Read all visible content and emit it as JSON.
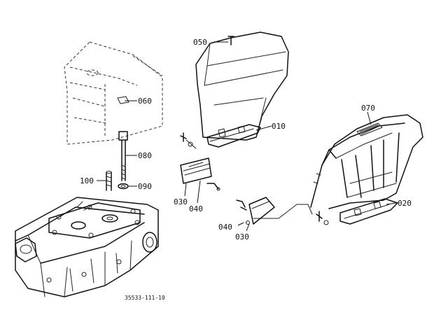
{
  "part_labels": {
    "p050": "050",
    "p060": "060",
    "p010": "010",
    "p070": "070",
    "p080": "080",
    "p100": "100",
    "p090": "090",
    "p030_left": "030",
    "p040_left": "040",
    "p020": "020",
    "p040_right": "040",
    "p030_right": "030"
  },
  "figure_code": "35533-111-10"
}
